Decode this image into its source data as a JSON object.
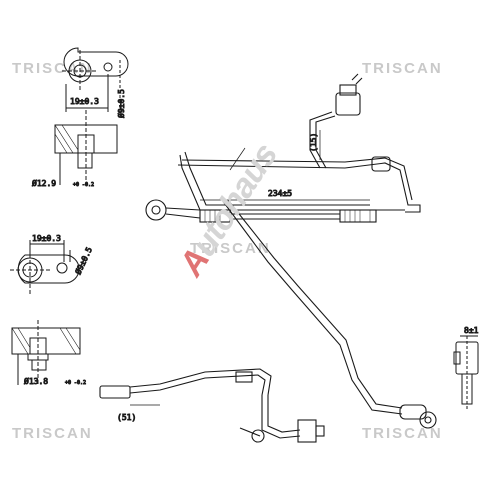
{
  "watermarks": {
    "top_left": "TRISCAN",
    "top_right": "TRISCAN",
    "middle": "TRISCAN",
    "bottom_left": "TRISCAN",
    "bottom_right": "TRISCAN"
  },
  "logo": {
    "first_letter": "A",
    "rest": "utohaus"
  },
  "dimensions": {
    "top_flange_width": "19±0.3",
    "top_flange_dia": "Ø9±0.5",
    "top_flange_bore": "Ø12.9",
    "top_flange_bore_tol": "+0 -0.2",
    "left_flange_width": "19±0.3",
    "left_flange_dia": "Ø9±0.5",
    "left_flange_bore": "Ø13.8",
    "left_flange_bore_tol": "+0 -0.2",
    "sensor_height": "(15)",
    "main_length": "234±5",
    "end_length": "(51)",
    "connector_width": "8±1"
  },
  "colors": {
    "line": "#1a1a1a",
    "watermark": "#c9c9c9",
    "logo_accent": "#e07474"
  }
}
